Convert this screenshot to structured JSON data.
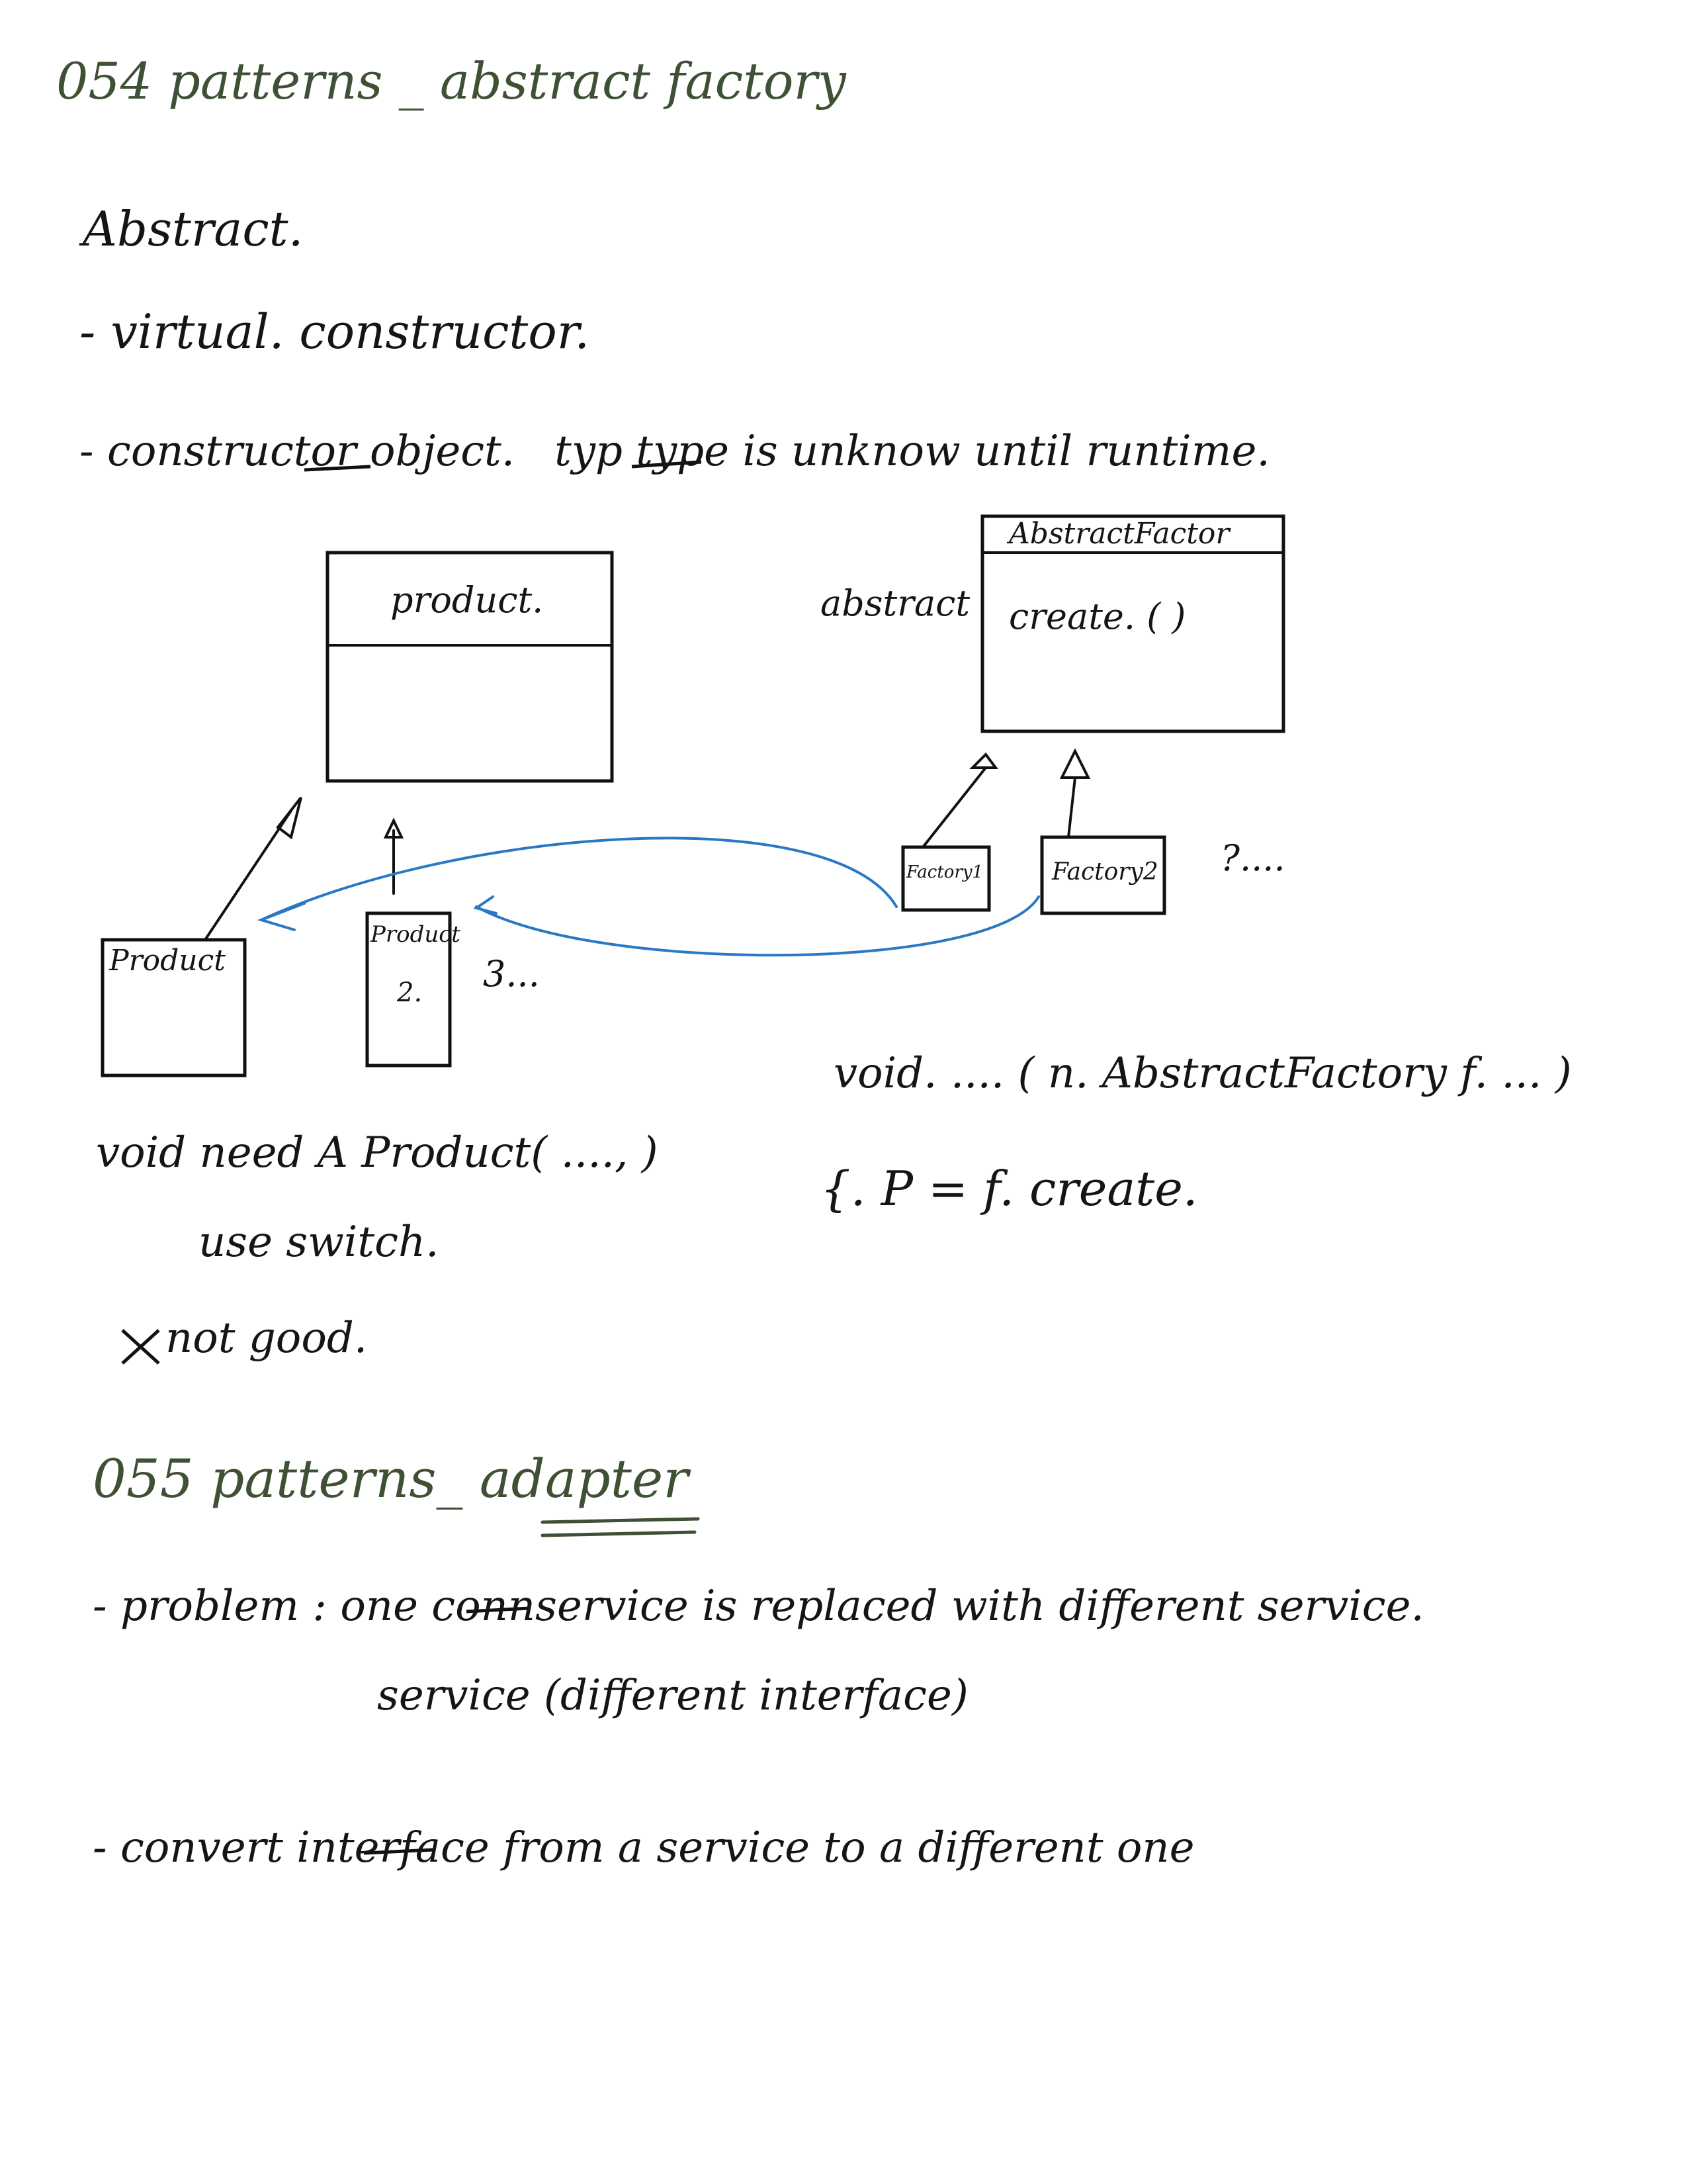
{
  "notes": {
    "section1": {
      "heading": "054 patterns _ abstract factory",
      "abstract_label": "Abstract.",
      "bullet_1": "- virtual. constructor.",
      "bullet_2_prefix": "- construct",
      "bullet_2_struck": "or",
      "bullet_2_mid": " object.",
      "bullet_2_struck_2": "typ",
      "bullet_2_suffix": " type is unknow until runtime."
    },
    "diagram": {
      "product_title": "product.",
      "abstract_factory_title": "AbstractFactor",
      "abstract_tag": "abstract",
      "create_method": "create. ( )",
      "product_1": "Product",
      "product_2_line1": "Product",
      "product_2_line2": "2.",
      "product_more": "3...",
      "factory_1": "Factory1",
      "factory_2": "Factory2",
      "factory_more": "?...."
    },
    "code": {
      "need_product": "void need A Product( ...., )",
      "use_switch": "use switch.",
      "not_good": "not good.",
      "void_line": "void. ....     ( n. AbstractFactory f. ... )",
      "create_line": "{. P = f. create."
    },
    "section2": {
      "heading": "055 patterns_ adapter",
      "problem_prefix": "- problem :  one ",
      "problem_struck": "conn",
      "problem_suffix": "service   is replaced with different service.",
      "problem_line2": "service (different interface)",
      "convert_prefix": "- convert inter",
      "convert_struck": "face",
      "convert_suffix": " from   a service to a different one"
    }
  }
}
